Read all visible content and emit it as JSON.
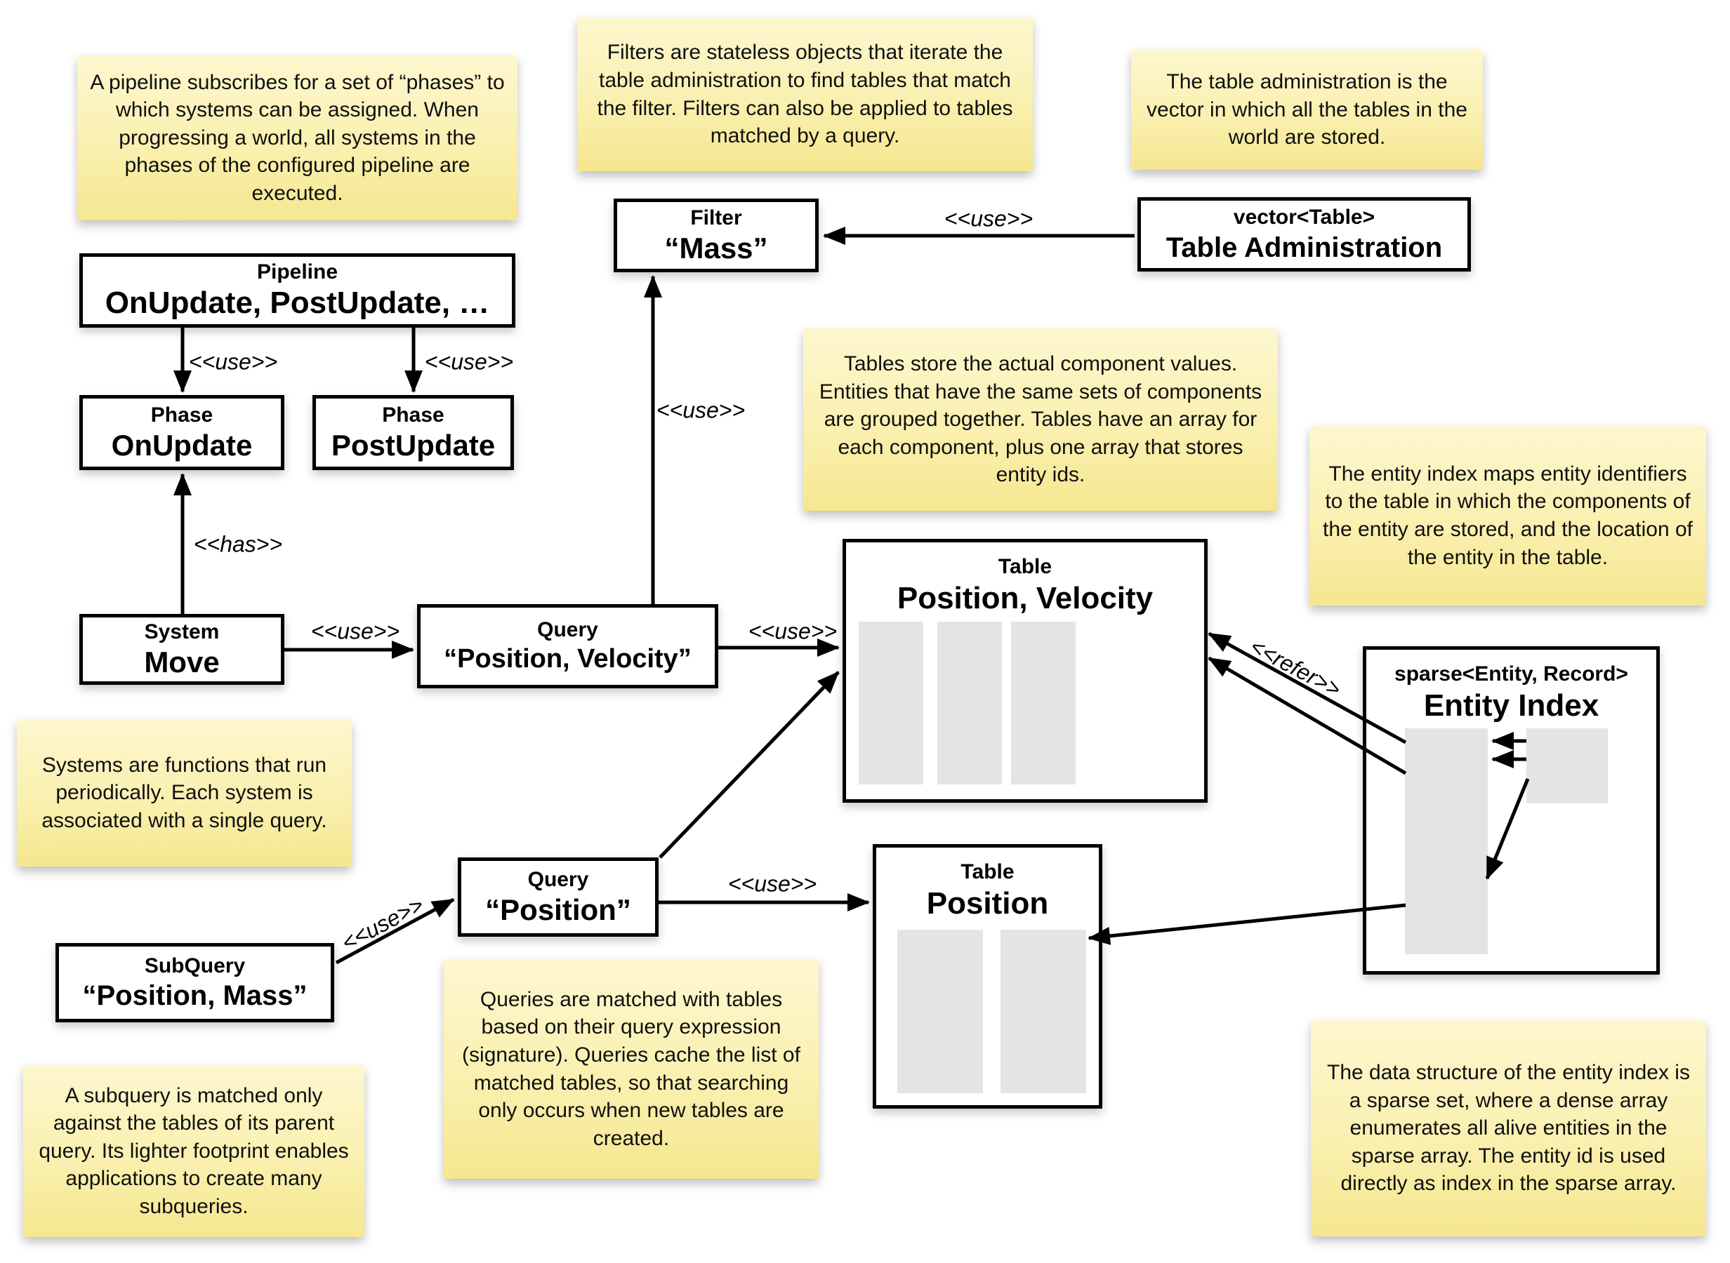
{
  "notes": {
    "pipeline": "A pipeline subscribes for a set of “phases” to which systems can be assigned. When progressing a world, all systems in the phases of the configured pipeline are executed.",
    "filters": "Filters are stateless objects that iterate the table administration to find tables that match the filter. Filters can also be applied to tables matched by a query.",
    "table_admin": "The table administration is the vector in which all the tables in the world are stored.",
    "tables": "Tables store the actual component values. Entities that have the same sets of components are grouped together. Tables have an array for each component, plus one array that stores entity ids.",
    "entity_index": "The entity index maps entity identifiers to the table in which the components of the entity are stored, and the location of the entity in the table.",
    "systems": "Systems are functions that run periodically. Each system is associated with a single query.",
    "queries": "Queries are matched with tables based on their query expression (signature). Queries cache the list of matched tables, so that searching only occurs when new tables are created.",
    "subquery": "A subquery is matched only against the tables of its parent query. Its lighter footprint enables applications to create many subqueries.",
    "entity_index_structure": "The data structure of the entity index is a sparse set, where a dense array enumerates all alive entities in the sparse array. The entity id is used directly as index in the sparse array."
  },
  "boxes": {
    "pipeline": {
      "title": "Pipeline",
      "value": "OnUpdate, PostUpdate, …"
    },
    "phase_onupdate": {
      "title": "Phase",
      "value": "OnUpdate"
    },
    "phase_postupdate": {
      "title": "Phase",
      "value": "PostUpdate"
    },
    "filter_mass": {
      "title": "Filter",
      "value": "“Mass”"
    },
    "table_administration": {
      "title": "vector<Table>",
      "value": "Table Administration"
    },
    "system_move": {
      "title": "System",
      "value": "Move"
    },
    "query_position_velocity": {
      "title": "Query",
      "value": "“Position, Velocity”"
    },
    "query_position": {
      "title": "Query",
      "value": "“Position”"
    },
    "subquery_position_mass": {
      "title": "SubQuery",
      "value": "“Position, Mass”"
    },
    "table_position_velocity": {
      "title": "Table",
      "value": "Position, Velocity"
    },
    "table_position": {
      "title": "Table",
      "value": "Position"
    },
    "entity_index": {
      "title": "sparse<Entity, Record>",
      "value": "Entity Index"
    }
  },
  "edge_labels": {
    "use": "<<use>>",
    "has": "<<has>>",
    "refer": "<<refer>>"
  },
  "colors": {
    "note_top": "#fdf7cf",
    "note_bottom": "#f5e78f",
    "box_border": "#000000",
    "array_fill": "#e4e4e4"
  }
}
